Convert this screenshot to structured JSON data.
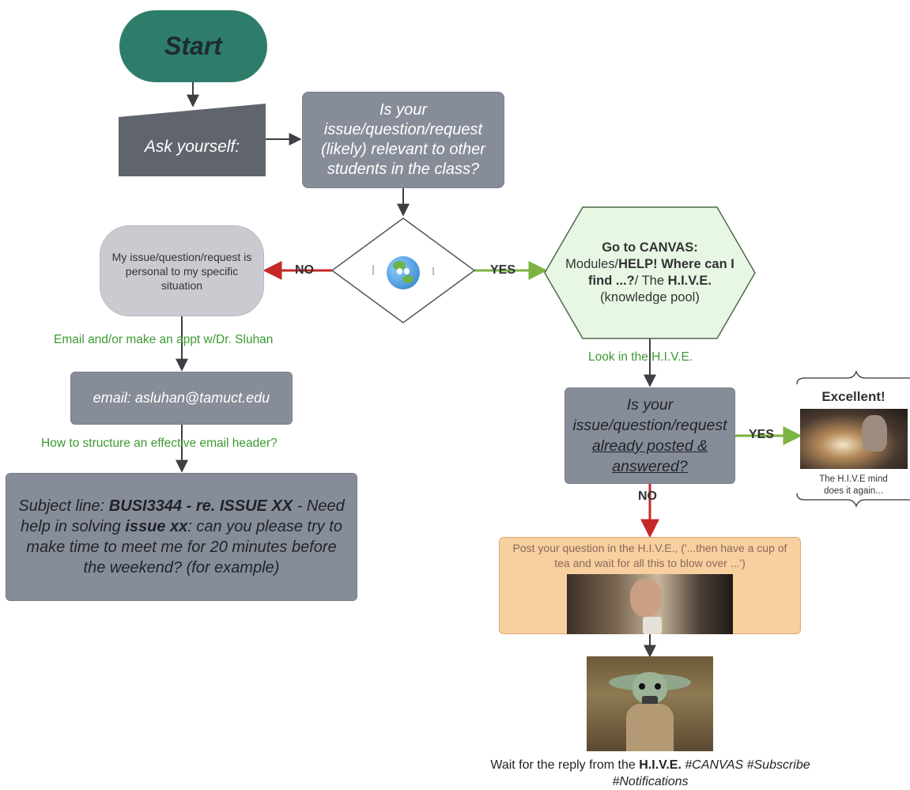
{
  "start": "Start",
  "ask": "Ask yourself:",
  "question": "Is your issue/question/request (likely) relevant to other students in the class?",
  "personal": "My issue/question/request is personal to my specific situation",
  "no_label": "NO",
  "yes_label": "YES",
  "canvas": {
    "l1": "Go to CANVAS:",
    "l2a": "Modules/",
    "l2b": "HELP! Where can I",
    "l3a": "find ...?",
    "l3b": "/ The ",
    "l3c": "H.I.V.E.",
    "l4": "(knowledge pool)"
  },
  "email_appt": "Email and/or make an appt w/Dr. Sluhan",
  "email": "email: asluhan@tamuct.edu",
  "structure": "How to structure an effective email header?",
  "subject": {
    "p1": "Subject line: ",
    "p2": "BUSI3344 - re. ISSUE XX",
    "p3": " - Need help in solving ",
    "p4": "issue xx",
    "p5": ": can you please try to make time to meet me for 20 minutes before the weekend? (for example)"
  },
  "look": "Look in the H.I.V.E.",
  "posted": {
    "l1": "Is your",
    "l2": "issue/question/request",
    "l3": "already posted &",
    "l4": "answered?"
  },
  "excellent": "Excellent!",
  "hive_mind": "The H.I.V.E mind does it again...",
  "post": "Post your question in the H.I.V.E., ('...then have a cup of tea and wait for all this to blow over ...')",
  "wait": {
    "p1": "Wait for the reply from the ",
    "p2": "H.I.V.E.",
    "p3": " #CANVAS #Subscribe #Notifications"
  },
  "colors": {
    "start": "#2e7d6b",
    "node_grey": "#878d98",
    "node_dark": "#5f646d",
    "canvas_fill": "#e8f7e4",
    "post_fill": "#f8cf9f",
    "yes_arrow": "#7cb342",
    "no_arrow": "#c62828"
  }
}
